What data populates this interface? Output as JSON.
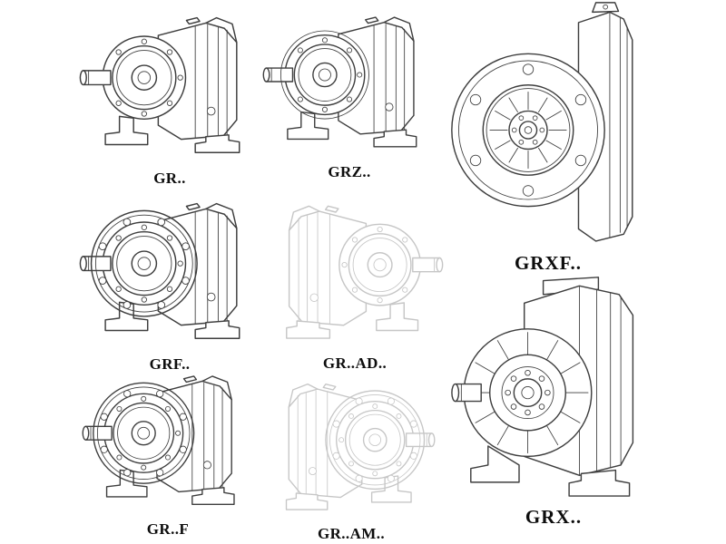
{
  "page": {
    "background": "#ffffff"
  },
  "colors": {
    "line": "#3e3e3e",
    "phantom_line": "#c6c6c6",
    "label": "#0d0d0d"
  },
  "items": [
    {
      "id": "gr",
      "label": "GR..",
      "style": "solid",
      "description": "foot-mounted helical gear reducer, isometric line drawing"
    },
    {
      "id": "grz",
      "label": "GRZ..",
      "style": "solid",
      "description": "foot-mounted helical gear reducer with bolt ring, isometric line drawing"
    },
    {
      "id": "grxf",
      "label": "GRXF..",
      "style": "solid",
      "description": "flange-mounted single-stage reducer, front flange view"
    },
    {
      "id": "grf",
      "label": "GRF..",
      "style": "solid",
      "description": "flange-mounted helical gear reducer, isometric line drawing"
    },
    {
      "id": "gr-ad",
      "label": "GR..AD..",
      "style": "phantom",
      "description": "helical gear reducer with input shaft adapter, phantom line drawing"
    },
    {
      "id": "gr-f",
      "label": "GR..F",
      "style": "solid",
      "description": "helical gear reducer with output flange, isometric line drawing"
    },
    {
      "id": "gr-am",
      "label": "GR..AM..",
      "style": "phantom",
      "description": "helical gear reducer with IEC motor adapter flange, phantom line drawing"
    },
    {
      "id": "grx",
      "label": "GRX..",
      "style": "solid",
      "description": "foot-mounted single-stage reducer with ribbed housing, isometric line drawing"
    }
  ]
}
